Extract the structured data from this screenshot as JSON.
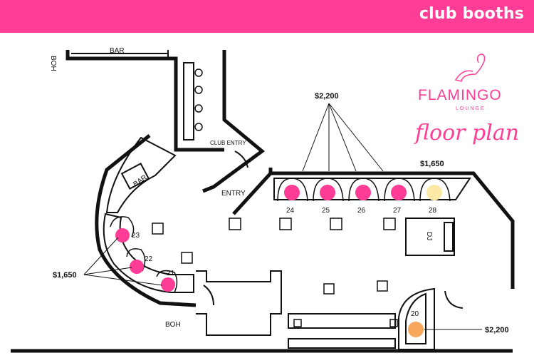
{
  "header": {
    "title": "club booths"
  },
  "brand": {
    "name": "FLAMINGO",
    "sub": "LOUNGE",
    "tagline": "floor plan"
  },
  "areas": {
    "bar_top": "BAR",
    "bar_side": "BAR",
    "boh_top": "BOH",
    "boh_bottom": "BOH",
    "club_entry": "CLUB ENTRY",
    "entry": "ENTRY",
    "dj": "DJ"
  },
  "booths": [
    {
      "number": "24",
      "color": "#ff3d96"
    },
    {
      "number": "25",
      "color": "#ff3d96"
    },
    {
      "number": "26",
      "color": "#ff3d96"
    },
    {
      "number": "27",
      "color": "#ff3d96"
    },
    {
      "number": "28",
      "color": "#fde9a6"
    },
    {
      "number": "23",
      "color": "#ff3d96"
    },
    {
      "number": "22",
      "color": "#ff3d96"
    },
    {
      "number": "21",
      "color": "#ff3d96"
    },
    {
      "number": "20",
      "color": "#f7a65c"
    }
  ],
  "prices": {
    "top_group": "$2,200",
    "top_single": "$1,650",
    "left_group": "$1,650",
    "bottom_single": "$2,200"
  },
  "colors": {
    "accent": "#ff3d96",
    "booth_pink": "#ff3d96",
    "booth_cream": "#fde9a6",
    "booth_orange": "#f7a65c"
  }
}
